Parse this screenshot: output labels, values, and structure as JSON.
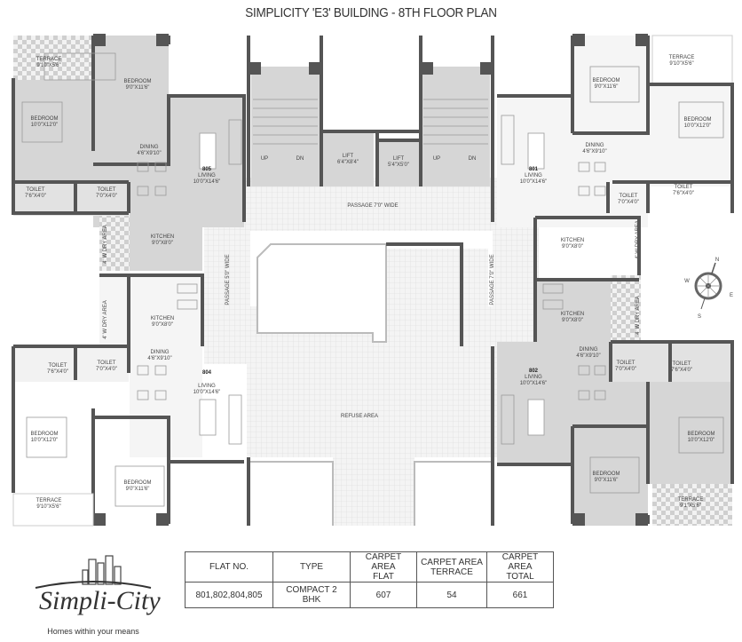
{
  "title": "SIMPLICITY 'E3' BUILDING - 8TH FLOOR PLAN",
  "colors": {
    "wall": "#555555",
    "flat_fill": "#d6d6d6",
    "passage_grid": "#e6e6e6",
    "terrace_check": "#cfcfcf"
  },
  "flats": {
    "f805": {
      "number": "805",
      "living": "LIVING",
      "living_dim": "10'0\"X14'6\"",
      "dining": "DINING",
      "dining_dim": "4'6\"X9'10\"",
      "bed1": "BEDROOM",
      "bed1_dim": "9'0\"X11'6\"",
      "bed2": "BEDROOM",
      "bed2_dim": "10'0\"X12'0\"",
      "terrace": "TERRACE",
      "terrace_dim": "9'10\"X5'6\"",
      "toilet1": "TOILET",
      "toilet1_dim": "7'6\"X4'0\"",
      "toilet2": "TOILET",
      "toilet2_dim": "7'0\"X4'0\"",
      "kitchen": "KITCHEN",
      "kitchen_dim": "9'0\"X8'0\"",
      "dry": "4' W DRY AREA"
    },
    "f801": {
      "number": "801",
      "living": "LIVING",
      "living_dim": "10'0\"X14'6\"",
      "dining": "DINING",
      "dining_dim": "4'6\"X9'10\"",
      "bed1": "BEDROOM",
      "bed1_dim": "9'0\"X11'6\"",
      "bed2": "BEDROOM",
      "bed2_dim": "10'0\"X12'0\"",
      "terrace": "TERRACE",
      "terrace_dim": "9'10\"X5'6\"",
      "toilet1": "TOILET",
      "toilet1_dim": "7'0\"X4'0\"",
      "toilet2": "TOILET",
      "toilet2_dim": "7'6\"X4'0\"",
      "kitchen": "KITCHEN",
      "kitchen_dim": "9'0\"X8'0\"",
      "dry": "4' W DRY AREA"
    },
    "f804": {
      "number": "804",
      "living": "LIVING",
      "living_dim": "10'0\"X14'6\"",
      "dining": "DINING",
      "dining_dim": "4'6\"X9'10\"",
      "bed1": "BEDROOM",
      "bed1_dim": "10'0\"X12'0\"",
      "bed2": "BEDROOM",
      "bed2_dim": "9'0\"X11'6\"",
      "terrace": "TERRACE",
      "terrace_dim": "9'10\"X5'6\"",
      "toilet1": "TOILET",
      "toilet1_dim": "7'6\"X4'0\"",
      "toilet2": "TOILET",
      "toilet2_dim": "7'0\"X4'0\"",
      "kitchen": "KITCHEN",
      "kitchen_dim": "9'0\"X8'0\"",
      "dry": "4' W DRY AREA"
    },
    "f802": {
      "number": "802",
      "living": "LIVING",
      "living_dim": "10'0\"X14'6\"",
      "dining": "DINING",
      "dining_dim": "4'6\"X9'10\"",
      "bed1": "BEDROOM",
      "bed1_dim": "9'0\"X11'6\"",
      "bed2": "BEDROOM",
      "bed2_dim": "10'0\"X12'0\"",
      "terrace": "TERRACE",
      "terrace_dim": "9'1\"X5'6\"",
      "toilet1": "TOILET",
      "toilet1_dim": "7'0\"X4'0\"",
      "toilet2": "TOILET",
      "toilet2_dim": "7'6\"X4'0\"",
      "kitchen": "KITCHEN",
      "kitchen_dim": "9'0\"X8'0\"",
      "dry": "4' W DRY AREA"
    }
  },
  "core": {
    "stair_up": "UP",
    "stair_dn": "DN",
    "lift1": "LIFT",
    "lift1_dim": "6'4\"X8'4\"",
    "lift2": "LIFT",
    "lift2_dim": "5'4\"X5'0\"",
    "passage_top": "PASSAGE 7'0\" WIDE",
    "passage_left": "PASSAGE 5'0\" WIDE",
    "passage_right": "PASSAGE 7'0\" WIDE",
    "refuse": "REFUSE AREA"
  },
  "compass": {
    "n": "N",
    "s": "S",
    "e": "E",
    "w": "W"
  },
  "logo": {
    "brand": "Simpli-City",
    "tagline": "Homes within your means"
  },
  "area_table": {
    "headers": [
      "FLAT NO.",
      "TYPE",
      "CARPET AREA FLAT",
      "CARPET AREA TERRACE",
      "CARPET AREA TOTAL"
    ],
    "header_lines": [
      [
        "FLAT NO."
      ],
      [
        "TYPE"
      ],
      [
        "CARPET AREA",
        "FLAT"
      ],
      [
        "CARPET AREA",
        "TERRACE"
      ],
      [
        "CARPET AREA",
        "TOTAL"
      ]
    ],
    "rows": [
      [
        "801,802,804,805",
        "COMPACT 2 BHK",
        "607",
        "54",
        "661"
      ]
    ]
  }
}
